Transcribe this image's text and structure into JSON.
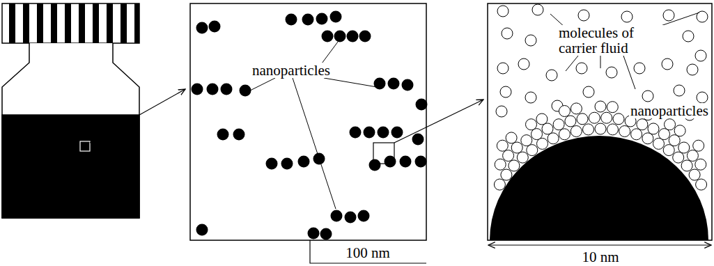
{
  "diagram": {
    "labels": [
      "nanoparticles",
      "100 nm",
      "molecules of carrier fluid",
      "nanoparticles",
      "10 nm"
    ]
  }
}
